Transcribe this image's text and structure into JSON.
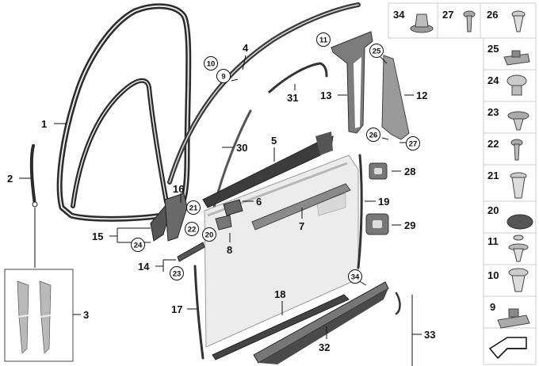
{
  "diagram": {
    "callouts": {
      "p1": "1",
      "p2": "2",
      "p3": "3",
      "p4": "4",
      "p5": "5",
      "p6": "6",
      "p7": "7",
      "p8": "8",
      "p12": "12",
      "p13": "13",
      "p14": "14",
      "p15": "15",
      "p16": "16",
      "p17": "17",
      "p18": "18",
      "p19": "19",
      "p28": "28",
      "p29": "29",
      "p30": "30",
      "p31": "31",
      "p32": "32",
      "p33": "33"
    },
    "circled_callouts": {
      "c9": "9",
      "c10": "10",
      "c11": "11",
      "c20": "20",
      "c21": "21",
      "c22": "22",
      "c23": "23",
      "c24": "24",
      "c25": "25",
      "c26": "26",
      "c27": "27",
      "c34a": "34"
    },
    "fastener_panel": {
      "top_row": [
        "34",
        "27",
        "26"
      ],
      "column": [
        "25",
        "24",
        "23",
        "22",
        "21",
        "20",
        "11",
        "10",
        "9"
      ]
    }
  }
}
